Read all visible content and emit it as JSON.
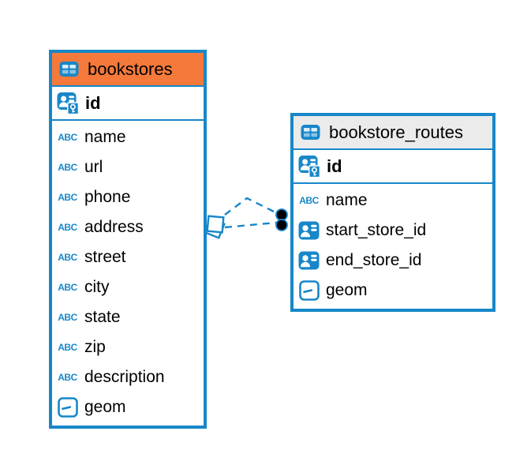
{
  "colors": {
    "accent_blue": "#1787C9",
    "bookstores_header": "#F5793B",
    "routes_header": "#EBEBEB",
    "relationship_line": "#1787C9",
    "endpoint_dot": "#000000",
    "text": "#000000",
    "background": "#FFFFFF"
  },
  "tables": {
    "bookstores": {
      "title": "bookstores",
      "primary_key": {
        "label": "id",
        "icon": "person-id-key-icon"
      },
      "columns": [
        {
          "label": "name",
          "icon": "text-icon"
        },
        {
          "label": "url",
          "icon": "text-icon"
        },
        {
          "label": "phone",
          "icon": "text-icon"
        },
        {
          "label": "address",
          "icon": "text-icon"
        },
        {
          "label": "street",
          "icon": "text-icon"
        },
        {
          "label": "city",
          "icon": "text-icon"
        },
        {
          "label": "state",
          "icon": "text-icon"
        },
        {
          "label": "zip",
          "icon": "text-icon"
        },
        {
          "label": "description",
          "icon": "text-icon"
        },
        {
          "label": "geom",
          "icon": "geometry-icon"
        }
      ]
    },
    "bookstore_routes": {
      "title": "bookstore_routes",
      "primary_key": {
        "label": "id",
        "icon": "person-id-key-icon"
      },
      "columns": [
        {
          "label": "name",
          "icon": "text-icon"
        },
        {
          "label": "start_store_id",
          "icon": "person-id-icon"
        },
        {
          "label": "end_store_id",
          "icon": "person-id-icon"
        },
        {
          "label": "geom",
          "icon": "geometry-icon"
        }
      ]
    }
  },
  "relationship": {
    "line_style": "dashed",
    "link_count": 2,
    "source_anchor": "stacked-squares",
    "target_anchor": "black-dots"
  }
}
